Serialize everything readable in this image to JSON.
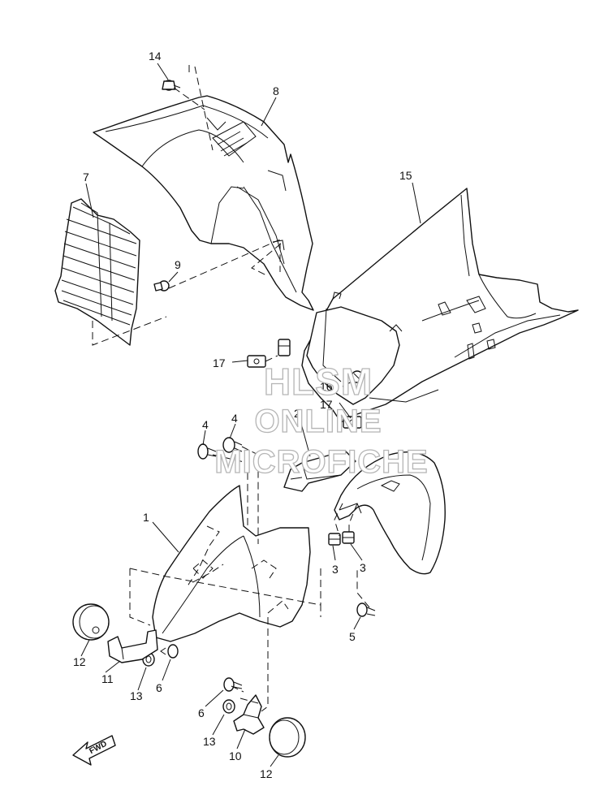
{
  "callouts": {
    "p1": "1",
    "p2": "2",
    "p3a": "3",
    "p3b": "3",
    "p4a": "4",
    "p4b": "4",
    "p5": "5",
    "p6a": "6",
    "p6b": "6",
    "p7": "7",
    "p8": "8",
    "p9": "9",
    "p10": "10",
    "p11": "11",
    "p12a": "12",
    "p12b": "12",
    "p13a": "13",
    "p13b": "13",
    "p14": "14",
    "p15": "15",
    "p16": "16",
    "p17a": "17",
    "p17b": "17"
  },
  "watermark": {
    "line1": "HLSM",
    "line2": "ONLINE",
    "line3": "MICROFICHE"
  },
  "fwd_label": "FWD"
}
